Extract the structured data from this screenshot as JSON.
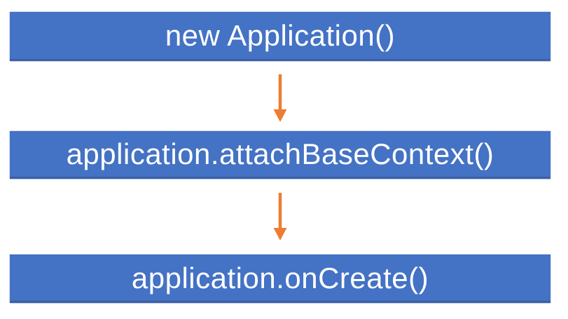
{
  "diagram": {
    "type": "flowchart",
    "orientation": "vertical",
    "steps": [
      {
        "label": "new Application()"
      },
      {
        "label": "application.attachBaseContext()"
      },
      {
        "label": "application.onCreate()"
      }
    ],
    "connectors": [
      {
        "from": 0,
        "to": 1,
        "direction": "down"
      },
      {
        "from": 1,
        "to": 2,
        "direction": "down"
      }
    ],
    "colors": {
      "step_fill": "#4472C4",
      "step_text": "#FFFFFF",
      "arrow": "#ED7D31",
      "background": "#FFFFFF"
    }
  }
}
